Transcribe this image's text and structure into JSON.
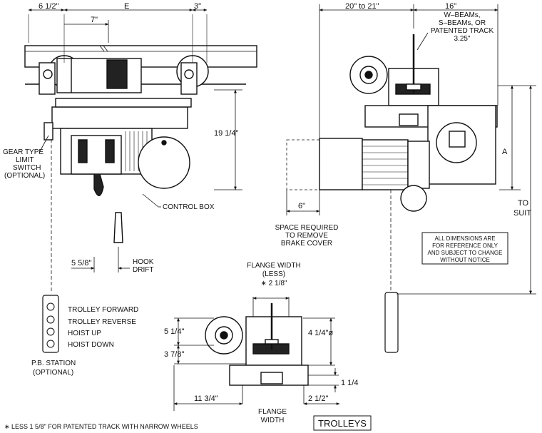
{
  "top_dims": {
    "d1": "6 1/2\"",
    "d2": "E",
    "d3": "3\"",
    "d4": "7\"",
    "d5": "20\" to 21\"",
    "d6": "16\""
  },
  "beam_callout": {
    "l1": "W–BEAMs,",
    "l2": "S–BEAMs, OR",
    "l3": "PATENTED TRACK",
    "l4": "3.25\""
  },
  "side_dims": {
    "h1": "19 1/4\"",
    "a": "A",
    "to1": "TO",
    "to2": "SUIT",
    "d6in": "6\"",
    "drift": "5 5/8\""
  },
  "labels": {
    "gear1": "GEAR TYPE",
    "gear2": "LIMIT",
    "gear3": "SWITCH",
    "gear4": "(OPTIONAL)",
    "control_box": "CONTROL BOX",
    "space1": "SPACE REQUIRED",
    "space2": "TO REMOVE",
    "space3": "BRAKE COVER",
    "hook1": "HOOK",
    "hook2": "DRIFT",
    "flange1": "FLANGE WIDTH",
    "flange2": "(LESS)",
    "flange3": "∗ 2 1/8\"",
    "fw1": "FLANGE",
    "fw2": "WIDTH"
  },
  "notice": {
    "l1": "ALL DIMENSIONS ARE",
    "l2": "FOR REFERENCE ONLY",
    "l3": "AND SUBJECT TO CHANGE",
    "l4": "WITHOUT NOTICE"
  },
  "pendant": {
    "buttons": [
      "TROLLEY FORWARD",
      "TROLLEY REVERSE",
      "HOIST UP",
      "HOIST DOWN"
    ],
    "station1": "P.B. STATION",
    "station2": "(OPTIONAL)"
  },
  "bottom_dims": {
    "b1": "5 1/4\"",
    "b2": "3 7/8\"",
    "b3": "4 1/4\"ø",
    "b4": "1 1/4",
    "b5": "11 3/4\"",
    "b6": "2 1/2\""
  },
  "footnote": "∗ LESS 1 5/8\" FOR PATENTED TRACK WITH NARROW WHEELS",
  "title": "TROLLEYS"
}
